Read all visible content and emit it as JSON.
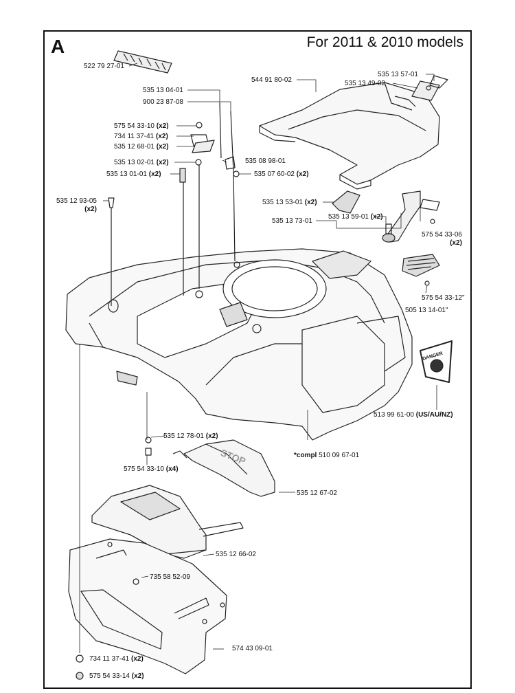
{
  "header": {
    "section_letter": "A",
    "model_note": "For 2011 & 2010 models"
  },
  "callouts": [
    {
      "part": "522 79 27-01",
      "qty": ""
    },
    {
      "part": "544 91 80-02",
      "qty": ""
    },
    {
      "part": "535 13 57-01",
      "qty": ""
    },
    {
      "part": "535 13 49-02",
      "qty": ""
    },
    {
      "part": "535 13 04-01",
      "qty": ""
    },
    {
      "part": "900 23 87-08",
      "qty": ""
    },
    {
      "part": "575 54 33-10",
      "qty": "(x2)"
    },
    {
      "part": "734 11 37-41",
      "qty": "(x2)"
    },
    {
      "part": "535 12 68-01",
      "qty": "(x2)"
    },
    {
      "part": "535 13 02-01",
      "qty": "(x2)"
    },
    {
      "part": "535 08 98-01",
      "qty": ""
    },
    {
      "part": "535 13 01-01",
      "qty": "(x2)"
    },
    {
      "part": "535 07 60-02",
      "qty": "(x2)"
    },
    {
      "part": "535 12 93-05",
      "qty": "(x2)"
    },
    {
      "part": "535 13 53-01",
      "qty": "(x2)"
    },
    {
      "part": "535 13 73-01",
      "qty": ""
    },
    {
      "part": "535 13 59-01",
      "qty": "(x2)"
    },
    {
      "part": "575 54 33-06",
      "qty": "(x2)"
    },
    {
      "part": "575 54 33-12\"",
      "qty": ""
    },
    {
      "part": "505 13 14-01\"",
      "qty": ""
    },
    {
      "part": "513 99 61-00",
      "qty": "(US/AU/NZ)"
    },
    {
      "part": "*compl",
      "qty": "510 09 67-01"
    },
    {
      "part": "535 12 78-01",
      "qty": "(x2)"
    },
    {
      "part": "575 54 33-10",
      "qty": "(x4)"
    },
    {
      "part": "535 12 67-02",
      "qty": ""
    },
    {
      "part": "535 12 66-02",
      "qty": ""
    },
    {
      "part": "735 58 52-09",
      "qty": ""
    },
    {
      "part": "574 43 09-01",
      "qty": ""
    },
    {
      "part": "734 11 37-41",
      "qty": "(x2)"
    },
    {
      "part": "575 54 33-14",
      "qty": "(x2)"
    }
  ],
  "part_markings": {
    "stop_text": "STOP",
    "danger_text": "DANGER"
  }
}
